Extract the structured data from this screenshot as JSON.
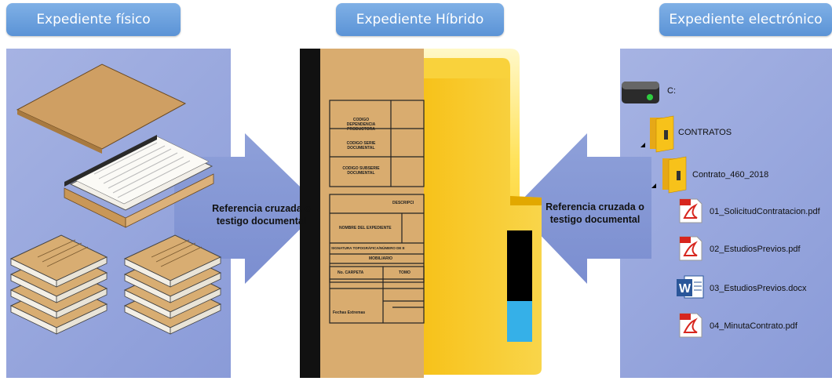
{
  "headers": {
    "fisico": "Expediente físico",
    "hibrido": "Expediente Híbrido",
    "electronico": "Expediente electrónico"
  },
  "arrows": {
    "left": [
      "Referencia cruzada o",
      "testigo documental"
    ],
    "right": [
      "Referencia cruzada o",
      "testigo documental"
    ]
  },
  "form_labels": {
    "codigo_dependencia": [
      "CODIGO",
      "DEPENDENCIA",
      "PRODUCTORA"
    ],
    "codigo_serie": [
      "CODIGO SERIE",
      "DOCUMENTAL"
    ],
    "codigo_subserie": [
      "CODIGO SUBSERIE",
      "DOCUMENTAL"
    ],
    "descripcion": "DESCRIPCI",
    "nombre_expediente": "NOMBRE DEL EXPEDIENTE",
    "signatura": "SIGNATURA TOPOGRÁFICA/NÚMERO DE E",
    "mobiliario": "MOBILIARIO",
    "no_carpeta": "No. CARPETA",
    "tomo": "TOMO",
    "fechas_extremas": "Fechas Extremas"
  },
  "tree": {
    "drive": "C:",
    "folder1": "CONTRATOS",
    "folder2": "Contrato_460_2018",
    "files": [
      {
        "name": "01_SolicitudContratacion.pdf",
        "type": "pdf-icon"
      },
      {
        "name": "02_EstudiosPrevios.pdf",
        "type": "pdf-icon"
      },
      {
        "name": "03_EstudiosPrevios.docx",
        "type": "word-icon"
      },
      {
        "name": "04_MinutaContrato.pdf",
        "type": "pdf-icon"
      }
    ]
  },
  "colors": {
    "header": "#5b93d6",
    "panel": "#98a7de",
    "folder_tan": "#d9b07a",
    "folder_yellow": "#f7c21a",
    "pdf_red": "#d7261e",
    "word_blue": "#2a5699"
  }
}
